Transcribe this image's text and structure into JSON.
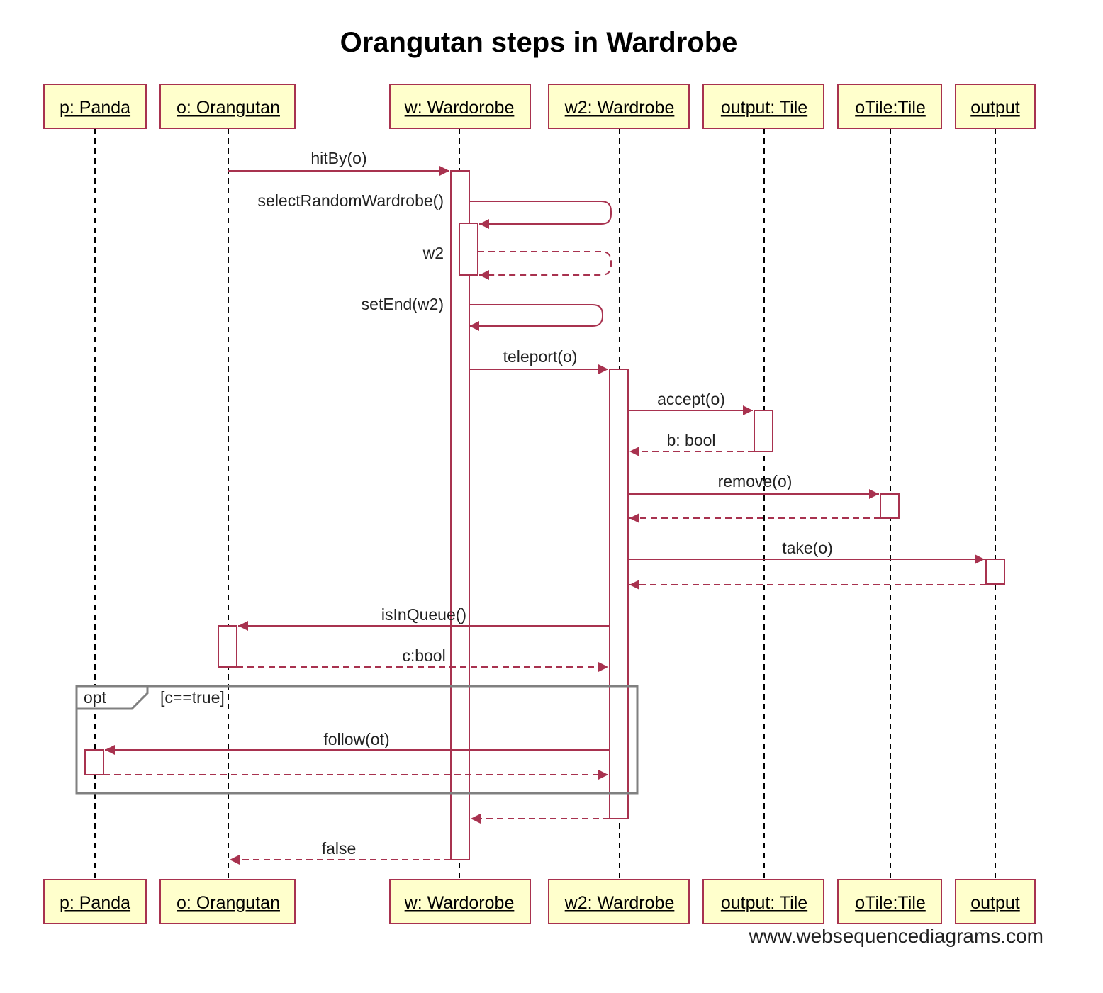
{
  "title": "Orangutan steps in Wardrobe",
  "participants": [
    {
      "id": "panda",
      "label": "p: Panda"
    },
    {
      "id": "orangutan",
      "label": "o: Orangutan"
    },
    {
      "id": "w",
      "label": "w: Wardorobe"
    },
    {
      "id": "w2",
      "label": "w2: Wardrobe"
    },
    {
      "id": "output_tile",
      "label": "output: Tile"
    },
    {
      "id": "otile",
      "label": "oTile:Tile"
    },
    {
      "id": "output",
      "label": "output"
    }
  ],
  "messages": [
    {
      "from": "orangutan",
      "to": "w",
      "label": "hitBy(o)",
      "kind": "call"
    },
    {
      "from": "w",
      "to": "w",
      "label": "selectRandomWardrobe()",
      "kind": "self-call"
    },
    {
      "from": "w",
      "to": "w",
      "label": "w2",
      "kind": "self-return"
    },
    {
      "from": "w",
      "to": "w",
      "label": "setEnd(w2)",
      "kind": "self-call"
    },
    {
      "from": "w",
      "to": "w2",
      "label": "teleport(o)",
      "kind": "call"
    },
    {
      "from": "w2",
      "to": "output_tile",
      "label": "accept(o)",
      "kind": "call"
    },
    {
      "from": "output_tile",
      "to": "w2",
      "label": "b: bool",
      "kind": "return"
    },
    {
      "from": "w2",
      "to": "otile",
      "label": "remove(o)",
      "kind": "call"
    },
    {
      "from": "otile",
      "to": "w2",
      "label": "",
      "kind": "return"
    },
    {
      "from": "w2",
      "to": "output",
      "label": "take(o)",
      "kind": "call"
    },
    {
      "from": "output",
      "to": "w2",
      "label": "",
      "kind": "return"
    },
    {
      "from": "w2",
      "to": "orangutan",
      "label": "isInQueue()",
      "kind": "call"
    },
    {
      "from": "orangutan",
      "to": "w2",
      "label": "c:bool",
      "kind": "return"
    },
    {
      "from": "w2",
      "to": "panda",
      "label": "follow(ot)",
      "kind": "call"
    },
    {
      "from": "panda",
      "to": "w2",
      "label": "",
      "kind": "return"
    },
    {
      "from": "w2",
      "to": "w",
      "label": "",
      "kind": "return"
    },
    {
      "from": "w",
      "to": "orangutan",
      "label": "false",
      "kind": "return"
    }
  ],
  "fragment": {
    "operator": "opt",
    "guard": "[c==true]"
  },
  "watermark": "www.websequencediagrams.com",
  "colors": {
    "accent": "#a8324f",
    "box_fill": "#ffffcc",
    "frame": "#808080"
  }
}
